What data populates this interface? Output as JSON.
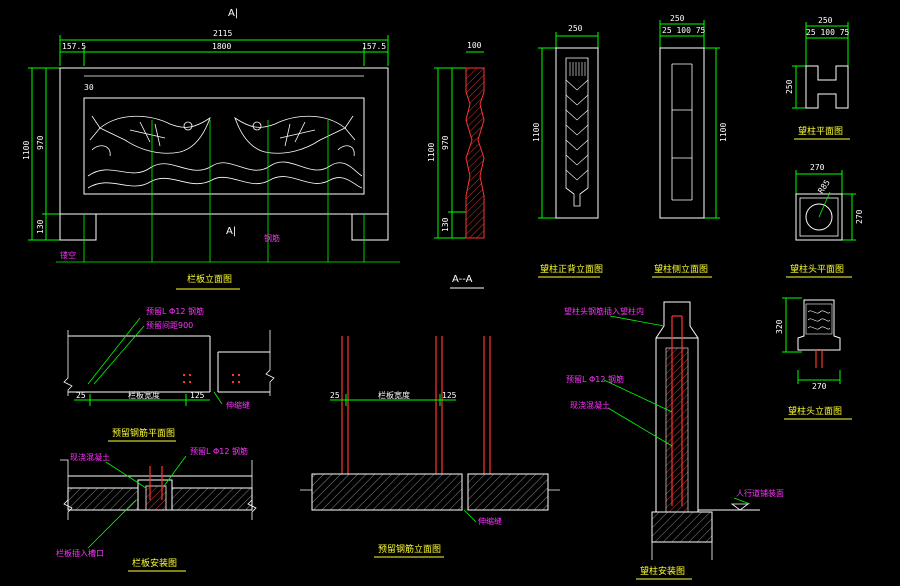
{
  "colors": {
    "background": "#000000",
    "outline": "#ffffff",
    "dimension": "#00ff00",
    "rebar": "#ff3333",
    "title": "#ffff33",
    "note": "#ff33ff",
    "hatch": "#cc3333"
  },
  "section_marks": {
    "a_top": "A|",
    "a_bottom": "A|",
    "aa_title": "A--A"
  },
  "panel_front": {
    "title": "栏板立面图",
    "dim_total": "2115",
    "dim_left": "157.5",
    "dim_mid": "1800",
    "dim_right": "157.5",
    "dim_height": "1100",
    "dim_inner": "970",
    "dim_base": "130",
    "dim_small": "30",
    "label_hole": "镂空",
    "label_rebar": "钢筋"
  },
  "panel_section": {
    "dim_width": "100",
    "dim_height": "1100",
    "dim_inner": "970",
    "dim_base": "130"
  },
  "post_front": {
    "title": "望柱正背立面图",
    "dim_width": "250",
    "dim_height": "1100"
  },
  "post_side": {
    "title": "望柱侧立面图",
    "dim_top": "250",
    "dim_parts": "25 100 75",
    "dim_height": "1100"
  },
  "post_plan": {
    "title": "望柱平面图",
    "dim_top": "250",
    "dim_parts": "25 100 75",
    "dim_side": "250"
  },
  "post_head_plan": {
    "title": "望柱头平面图",
    "dim_top": "270",
    "dim_side": "270",
    "dim_diag": "R85"
  },
  "post_head_front": {
    "title": "望柱头立面图",
    "dim_height": "320",
    "dim_bottom": "270"
  },
  "rebar_plan": {
    "title": "预留钢筋平面图",
    "note_line1": "预留L Φ12 钢筋",
    "note_line2": "预留间距900",
    "dim_left": "25",
    "dim_mid": "栏板宽度",
    "dim_right": "125",
    "label_joint": "伸缩缝"
  },
  "rebar_elev": {
    "title": "预留钢筋立面图",
    "dim_left": "25",
    "dim_mid": "栏板宽度",
    "dim_right": "125",
    "label_joint": "伸缩缝"
  },
  "panel_install": {
    "title": "栏板安装图",
    "note_concrete": "现浇混凝土",
    "note_rebar": "预留L Φ12 钢筋",
    "note_slot": "栏板插入槽口"
  },
  "post_install": {
    "title": "望柱安装图",
    "note_top": "望柱头钢筋插入望柱内",
    "note_rebar": "预留L Φ12 钢筋",
    "note_concrete": "现浇混凝土",
    "note_ground": "人行道铺装面"
  }
}
